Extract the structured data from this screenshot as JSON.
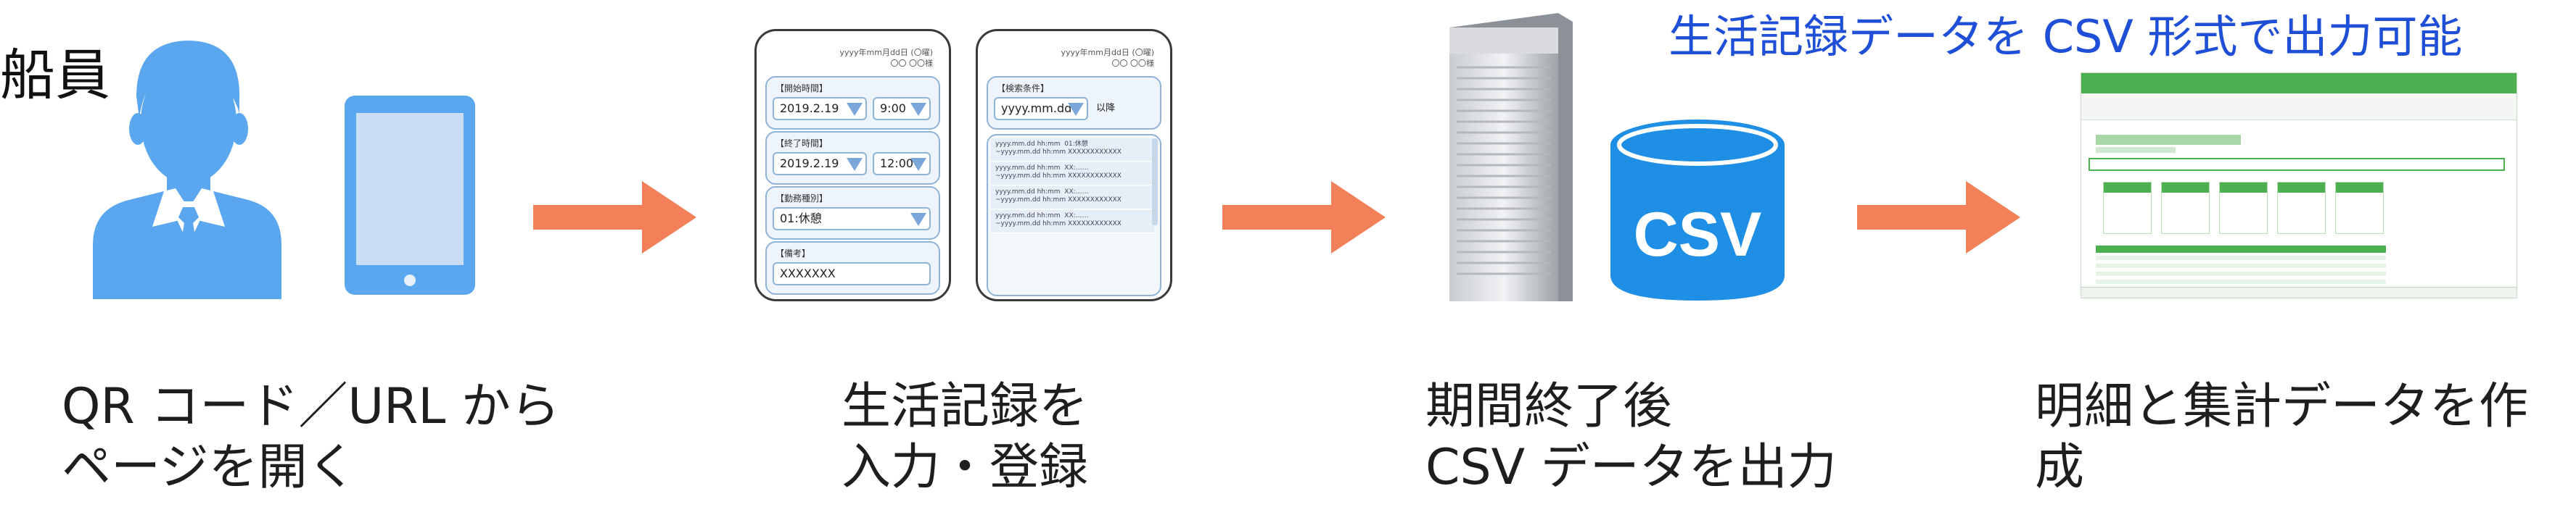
{
  "crew_label": "船員",
  "headline": "生活記録データを CSV 形式で出力可能",
  "captions": {
    "step1": "QR コード／URL から\nページを開く",
    "step2": "生活記録を\n入力・登録",
    "step3": "期間終了後\nCSV データを出力",
    "step4": "明細と集計データを作成"
  },
  "phone1": {
    "header": "yyyy年mm月dd日 (〇曜)",
    "header_sub": "〇〇 〇〇様",
    "start_label": "【開始時間】",
    "start_date": "2019.2.19",
    "start_time": "9:00",
    "end_label": "【終了時間】",
    "end_date": "2019.2.19",
    "end_time": "12:00",
    "work_label": "【勤務種別】",
    "work_value": "01:休憩",
    "note_label": "【備考】",
    "note_value": "XXXXXXX"
  },
  "phone2": {
    "header": "yyyy年mm月dd日 (〇曜)",
    "header_sub": "〇〇 〇〇様",
    "filter_label": "【検索条件】",
    "filter_value": "yyyy.mm.dd",
    "filter_suffix": "以降",
    "rows": [
      {
        "a": "yyyy.mm.dd hh:mm",
        "b": "~yyyy.mm.dd hh:mm",
        "c": "01:休憩",
        "d": "XXXXXXXXXXXX"
      },
      {
        "a": "yyyy.mm.dd hh:mm",
        "b": "~yyyy.mm.dd hh:mm",
        "c": "XX:……",
        "d": "XXXXXXXXXXXX"
      },
      {
        "a": "yyyy.mm.dd hh:mm",
        "b": "~yyyy.mm.dd hh:mm",
        "c": "XX:……",
        "d": "XXXXXXXXXXXX"
      },
      {
        "a": "yyyy.mm.dd hh:mm",
        "b": "~yyyy.mm.dd hh:mm",
        "c": "XX:……",
        "d": "XXXXXXXXXXXX"
      }
    ]
  },
  "csv_label": "CSV",
  "colors": {
    "arrow": "#f4805a",
    "icon_blue": "#5aa7f0",
    "headline": "#1f4fd6",
    "excel_green": "#4caf50"
  },
  "icons": [
    "person-icon",
    "tablet-icon",
    "server-icon",
    "database-icon",
    "arrow-right-icon",
    "spreadsheet-icon"
  ]
}
